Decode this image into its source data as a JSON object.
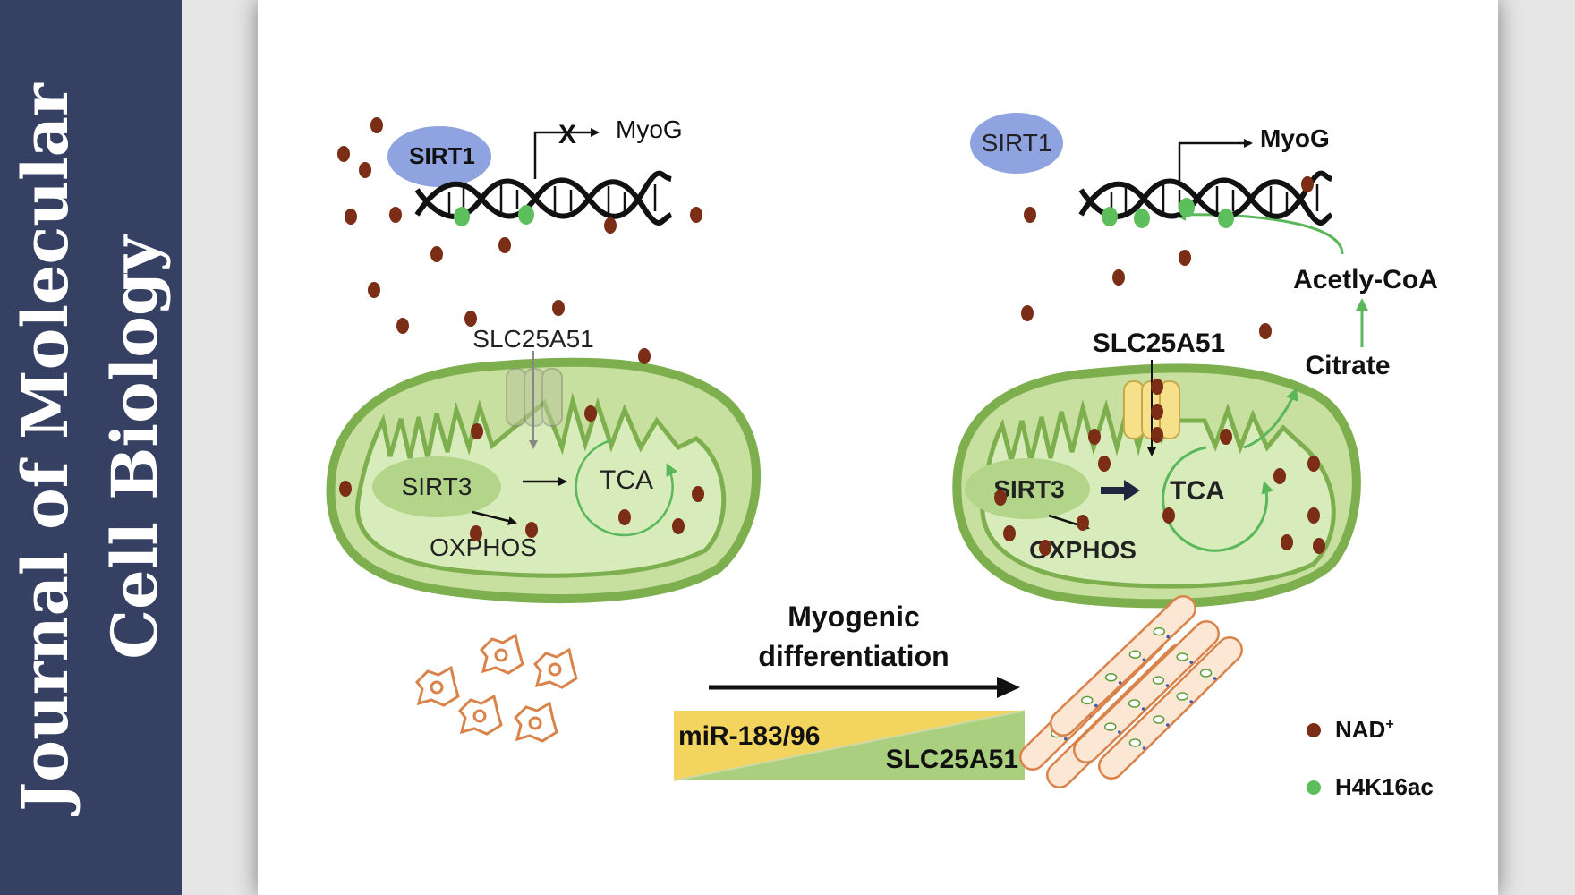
{
  "journal": {
    "line1": "Journal of Molecular",
    "line2": "Cell Biology"
  },
  "left_panel": {
    "sirt1": "SIRT1",
    "myog": "MyoG",
    "block_mark": "X",
    "transporter": "SLC25A51",
    "sirt3": "SIRT3",
    "tca": "TCA",
    "oxphos": "OXPHOS"
  },
  "right_panel": {
    "sirt1": "SIRT1",
    "myog": "MyoG",
    "transporter": "SLC25A51",
    "sirt3": "SIRT3",
    "tca": "TCA",
    "oxphos": "OXPHOS",
    "citrate": "Citrate",
    "acetyl_coa": "Acetly-CoA"
  },
  "transition": {
    "line1": "Myogenic",
    "line2": "differentiation",
    "gradient_left": "miR-183/96",
    "gradient_right": "SLC25A51"
  },
  "legend": {
    "nad": "NAD",
    "nad_sup": "+",
    "h4k16ac": "H4K16ac"
  },
  "colors": {
    "nad": "#7b2e15",
    "h4k16ac": "#5cbf5c",
    "mito_outer": "#8bbb5a",
    "mito_inner": "#d8ecbb",
    "sirt1": "#8fa3e0",
    "cell_outline": "#d9834a",
    "gradient_yellow": "#f3d45e",
    "gradient_green": "#a9cf7f",
    "journal_band": "#364063"
  }
}
